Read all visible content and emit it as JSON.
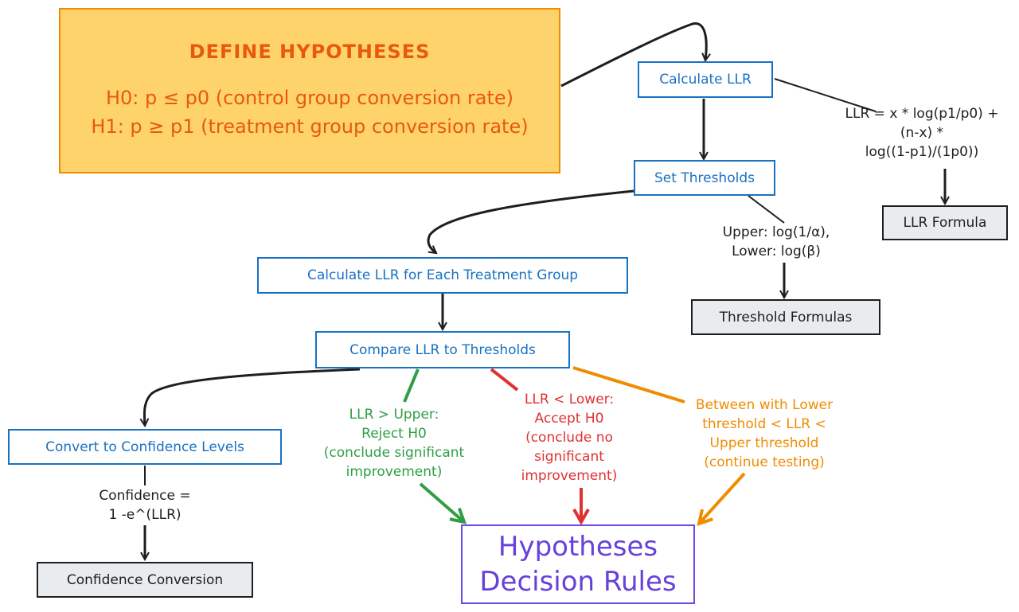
{
  "hypotheses": {
    "title": "DEFINE HYPOTHESES",
    "h0": "H0: p ≤ p0 (control group conversion rate)",
    "h1": "H1: p ≥ p1 (treatment group conversion rate)"
  },
  "nodes": {
    "calc_llr": "Calculate LLR",
    "set_thresholds": "Set Thresholds",
    "calc_each": "Calculate LLR for Each Treatment Group",
    "compare": "Compare LLR to Thresholds",
    "convert": "Convert to Confidence Levels",
    "llr_formula": "LLR Formula",
    "threshold_formulas": "Threshold Formulas",
    "confidence_conversion": "Confidence Conversion",
    "decision_line1": "Hypotheses",
    "decision_line2": "Decision Rules"
  },
  "labels": {
    "llr_formula": [
      "LLR = x * log(p1/p0) +",
      "(n-x) *",
      "log((1-p1)/(1p0))"
    ],
    "thresholds": [
      "Upper: log(1/α),",
      "Lower: log(β)"
    ],
    "confidence": [
      "Confidence =",
      "1 -e^(LLR)"
    ],
    "reject": [
      "LLR > Upper:",
      "Reject H0",
      "(conclude significant",
      "improvement)"
    ],
    "accept": [
      "LLR < Lower:",
      "Accept H0",
      "(conclude no",
      "significant",
      "improvement)"
    ],
    "between": [
      "Between with Lower",
      "threshold < LLR <",
      "Upper threshold",
      "(continue testing)"
    ]
  },
  "colors": {
    "blue": "#1971c2",
    "green": "#2f9e44",
    "red": "#e03131",
    "orange": "#f08c00",
    "purple": "#7048e8",
    "yellow_fill": "#ffd36b",
    "gray_fill": "#e9ecef"
  }
}
